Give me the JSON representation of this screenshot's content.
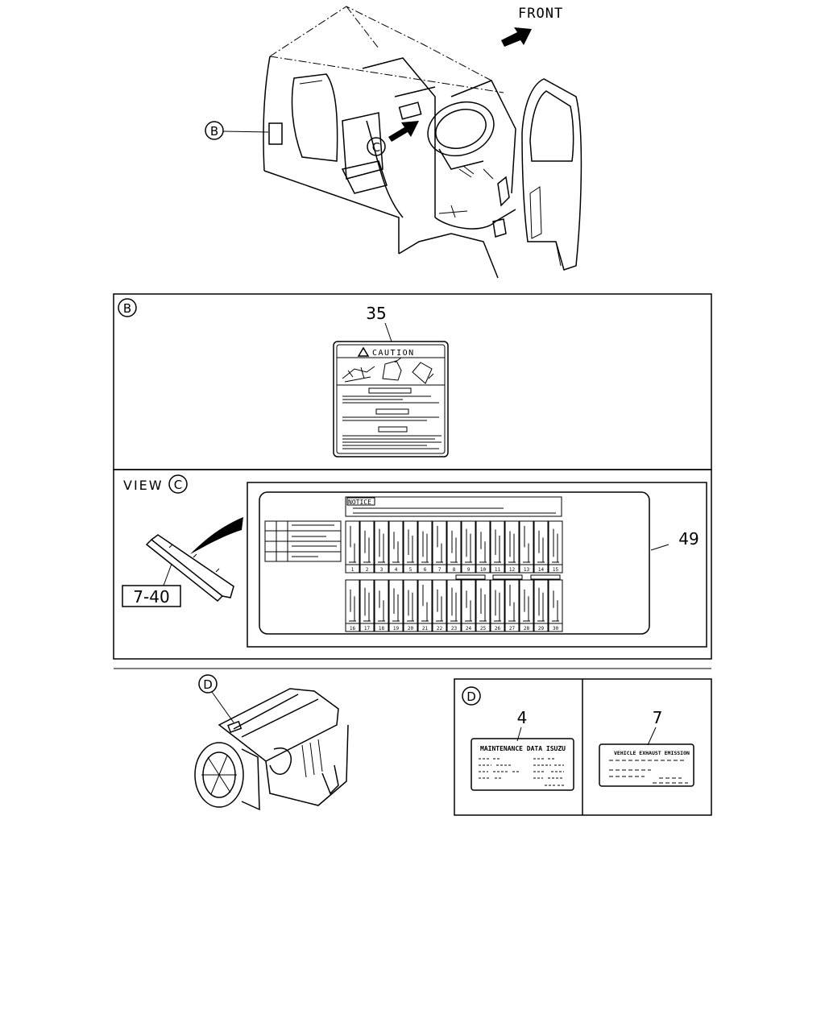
{
  "top": {
    "direction_label": "FRONT",
    "callout_b": "B",
    "callout_c": "C"
  },
  "panel_b": {
    "marker": "B",
    "part_number": "35",
    "label_heading": "CAUTION"
  },
  "panel_c": {
    "view_word": "VIEW",
    "marker": "C",
    "part_ref": "7-40",
    "part_number": "49",
    "notice_heading": "NOTICE",
    "fuse_numbers_row1": [
      "1",
      "2",
      "3",
      "4",
      "5",
      "6",
      "7",
      "8",
      "9",
      "10",
      "11",
      "12",
      "13",
      "14",
      "15"
    ],
    "fuse_numbers_row2": [
      "16",
      "17",
      "18",
      "19",
      "20",
      "21",
      "22",
      "23",
      "24",
      "25",
      "26",
      "27",
      "28",
      "29",
      "30"
    ]
  },
  "engine": {
    "callout_d": "D"
  },
  "panel_d": {
    "marker": "D",
    "label_4_number": "4",
    "label_4_heading": "MAINTENANCE DATA ISUZU",
    "label_7_number": "7",
    "label_7_heading": "VEHICLE EXHAUST EMISSION"
  }
}
